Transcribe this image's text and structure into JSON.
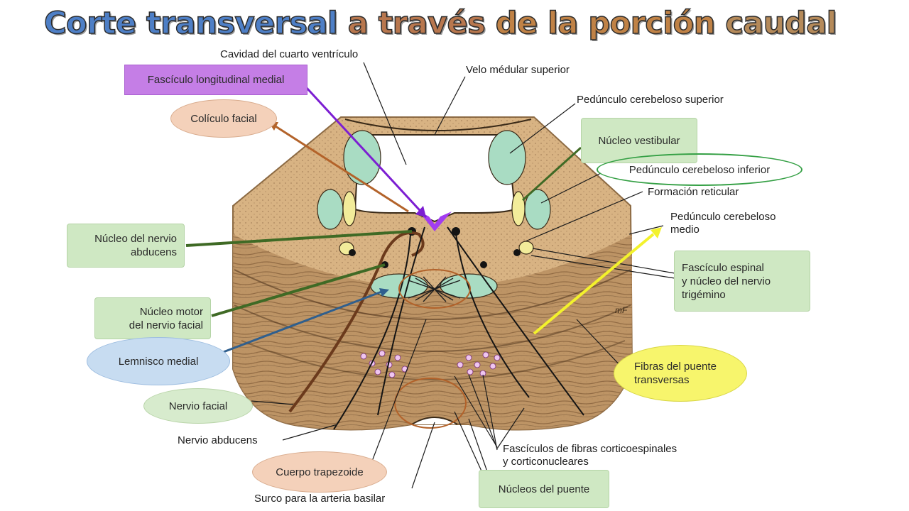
{
  "title": {
    "part1": "Corte transversal",
    "part2": "a través",
    "part3": "de la porción",
    "part4": "caudal"
  },
  "labels": {
    "cavidad": "Cavidad del cuarto ventrículo",
    "velo": "Velo médular superior",
    "pedunculo_superior": "Pedúnculo cerebeloso superior",
    "formacion_reticular": "Formación reticular",
    "pedunculo_medio_1": "Pedúnculo cerebeloso",
    "pedunculo_medio_2": "medio",
    "nervio_abducens": "Nervio abducens",
    "fasciculos_1": "Fascículos de fibras corticoespinales",
    "fasciculos_2": "y corticonucleares",
    "surco": "Surco para la arteria basilar",
    "signature": "mF"
  },
  "boxes": {
    "fasciculo_longitudinal": "Fascículo longitudinal medial",
    "coliculo_facial": "Colículo facial",
    "nucleo_vestibular": "Núcleo vestibular",
    "pedunculo_inferior": "Pedúnculo cerebeloso inferior",
    "nucleo_abducens_1": "Núcleo del nervio",
    "nucleo_abducens_2": "abducens",
    "fasciculo_espinal_1": "Fascículo espinal",
    "fasciculo_espinal_2": "y núcleo del nervio",
    "fasciculo_espinal_3": "trigémino",
    "nucleo_motor_1": "Núcleo motor",
    "nucleo_motor_2": "del nervio facial",
    "lemnisco": "Lemnisco medial",
    "fibras_puente_1": "Fibras del puente",
    "fibras_puente_2": "transversas",
    "nervio_facial": "Nervio facial",
    "cuerpo_trapezoide": "Cuerpo trapezoide",
    "nucleos_puente": "Núcleos del puente"
  },
  "colors": {
    "tissue": "#d8b383",
    "tissue_dark": "#a7784e",
    "nucleus": "#a9dcc3",
    "yellow_tract": "#f2ec9a",
    "purple_box": "#c57ee6",
    "arrow_purple": "#7c1ed2",
    "arrow_brown": "#b3632a",
    "arrow_green": "#3f6a25",
    "arrow_blue": "#2f5f8e",
    "arrow_yellow": "#f3f22c",
    "oval_green": "#35a045",
    "oval_brown": "#b2622a",
    "fill_green": "#cfe8c3",
    "fill_salmon": "#f4d1ba",
    "fill_blue": "#c7dcf1",
    "fill_yellow": "#f7f56c"
  }
}
